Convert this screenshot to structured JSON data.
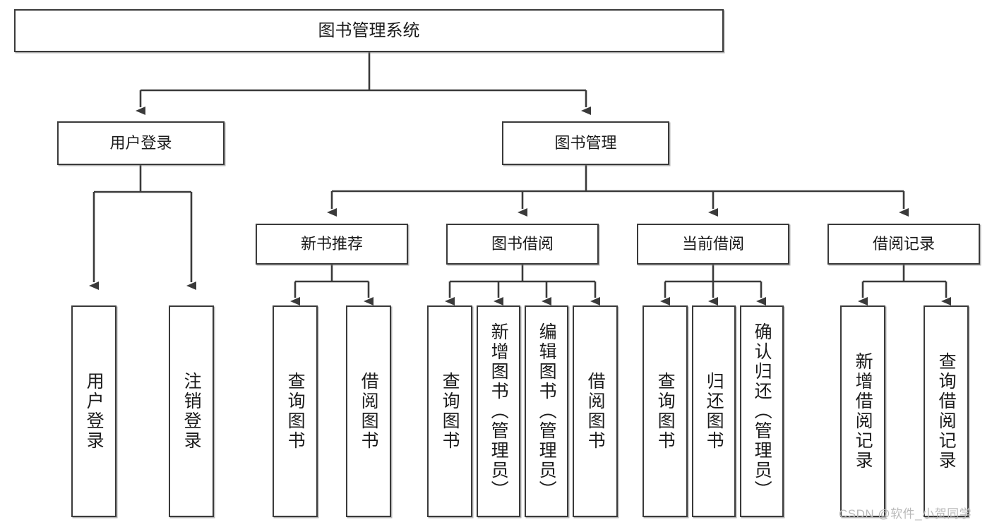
{
  "diagram": {
    "title": "图书管理系统",
    "type": "tree",
    "watermark": "CSDN @软件_小贺同学",
    "colors": {
      "stroke": "#3a3a3a",
      "fill": "#ffffff",
      "text": "#1b1b1b",
      "watermark": "#b9b9b9"
    },
    "nodes": {
      "root": {
        "label": "图书管理系统"
      },
      "level1": [
        {
          "id": "user-login",
          "label": "用户登录"
        },
        {
          "id": "book-manage",
          "label": "图书管理"
        }
      ],
      "level2": [
        {
          "id": "new-book-recommend",
          "label": "新书推荐"
        },
        {
          "id": "book-borrow",
          "label": "图书借阅"
        },
        {
          "id": "current-borrow",
          "label": "当前借阅"
        },
        {
          "id": "borrow-record",
          "label": "借阅记录"
        }
      ],
      "leaves": {
        "user_login": [
          {
            "id": "leaf-user-login",
            "label": "用户登录"
          },
          {
            "id": "leaf-user-logout",
            "label": "注销登录"
          }
        ],
        "new_book_recommend": [
          {
            "id": "leaf-query-book-1",
            "label": "查询图书"
          },
          {
            "id": "leaf-borrow-book-1",
            "label": "借阅图书"
          }
        ],
        "book_borrow": [
          {
            "id": "leaf-query-book-2",
            "label": "查询图书"
          },
          {
            "id": "leaf-add-book",
            "label": "新增图书（管理员）"
          },
          {
            "id": "leaf-edit-book",
            "label": "编辑图书（管理员）"
          },
          {
            "id": "leaf-borrow-book-2",
            "label": "借阅图书"
          }
        ],
        "current_borrow": [
          {
            "id": "leaf-query-book-3",
            "label": "查询图书"
          },
          {
            "id": "leaf-return-book",
            "label": "归还图书"
          },
          {
            "id": "leaf-confirm-return",
            "label": "确认归还（管理员）"
          }
        ],
        "borrow_record": [
          {
            "id": "leaf-add-record",
            "label": "新增借阅记录"
          },
          {
            "id": "leaf-query-record",
            "label": "查询借阅记录"
          }
        ]
      }
    }
  }
}
